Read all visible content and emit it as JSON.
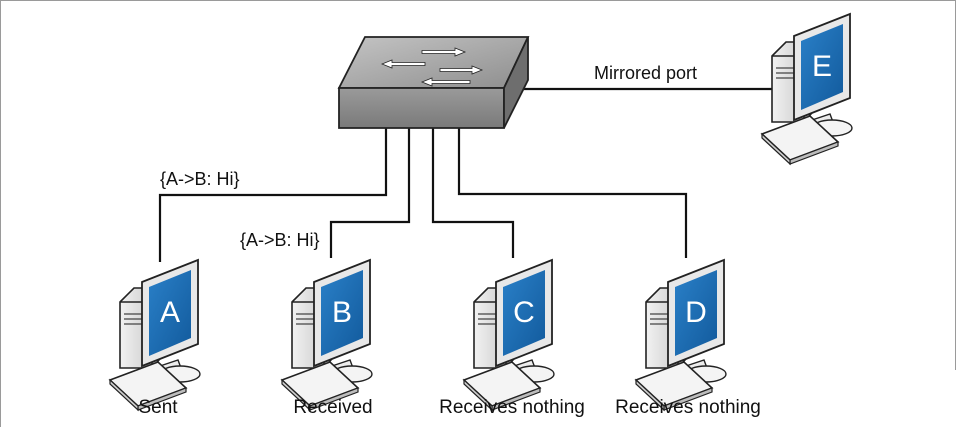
{
  "diagram": {
    "mirror_label": "Mirrored port",
    "packet_label_a": "{A->B: Hi}",
    "packet_label_b": "{A->B: Hi}",
    "computers": {
      "a": {
        "letter": "A",
        "caption": "Sent"
      },
      "b": {
        "letter": "B",
        "caption": "Received"
      },
      "c": {
        "letter": "C",
        "caption": "Receives nothing"
      },
      "d": {
        "letter": "D",
        "caption": "Receives nothing"
      },
      "e": {
        "letter": "E",
        "caption": ""
      }
    },
    "colors": {
      "screen": "#1f6fb5",
      "screen_dark": "#0f4f8a",
      "switch_top": "#9a9a9a",
      "switch_front": "#8c8c8c",
      "cable": "#111111"
    }
  }
}
